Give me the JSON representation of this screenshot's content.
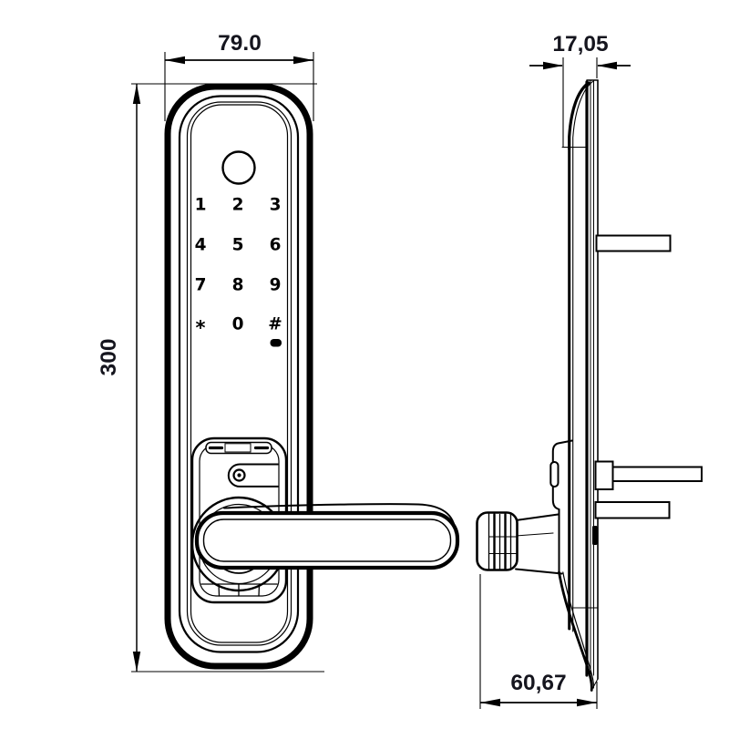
{
  "colors": {
    "line": "#000000",
    "dim_text": "#15151e",
    "background": "#ffffff"
  },
  "dimensions": {
    "front_width": "79.0",
    "front_height": "300",
    "side_depth_top": "17,05",
    "side_depth_bottom": "60,67"
  },
  "keypad": {
    "keys": [
      "1",
      "2",
      "3",
      "4",
      "5",
      "6",
      "7",
      "8",
      "9",
      "*",
      "0",
      "#"
    ]
  }
}
